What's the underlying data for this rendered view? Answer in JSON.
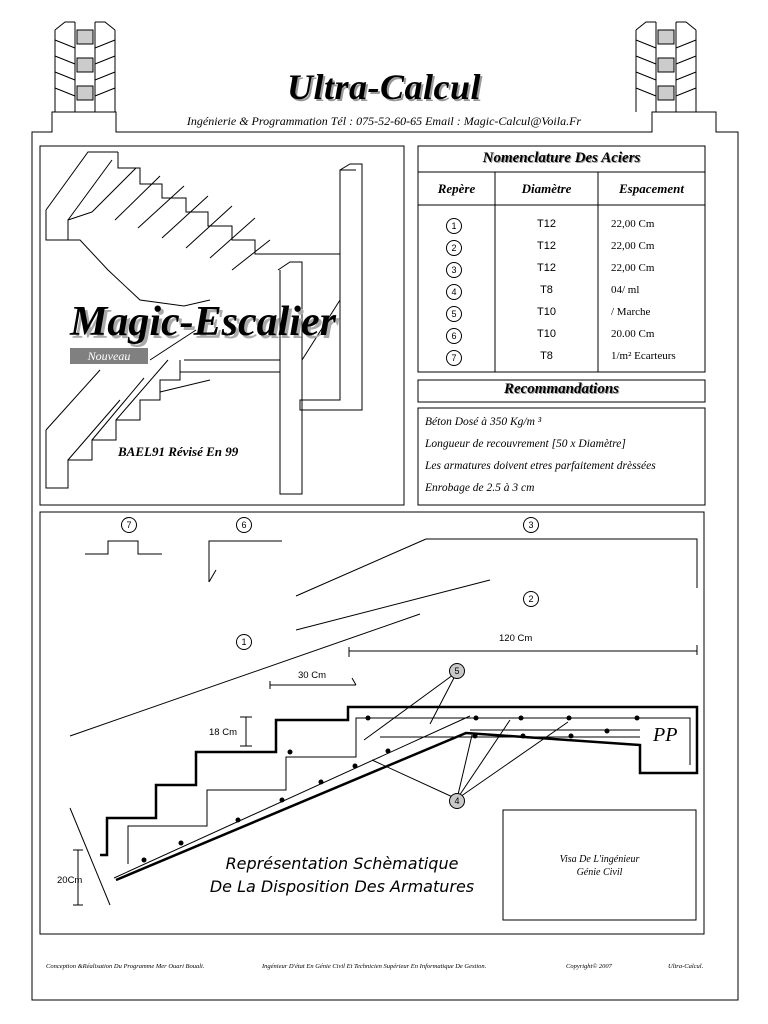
{
  "header": {
    "title": "Ultra-Calcul",
    "subtitle": "Ingénierie & Programmation  Tél : 075-52-60-65  Email : Magic-Calcul@Voila.Fr"
  },
  "product": {
    "name": "Magic-Escalier",
    "badge": "Nouveau",
    "norm": "BAEL91 Révisé En 99"
  },
  "nomenclature": {
    "title": "Nomenclature  Des  Aciers",
    "headers": [
      "Repère",
      "Diamètre",
      "Espacement"
    ],
    "rows": [
      {
        "rep": "1",
        "diam": "T12",
        "esp": "22,00 Cm"
      },
      {
        "rep": "2",
        "diam": "T12",
        "esp": "22,00 Cm"
      },
      {
        "rep": "3",
        "diam": "T12",
        "esp": "22,00 Cm"
      },
      {
        "rep": "4",
        "diam": "T8",
        "esp": "04/ ml"
      },
      {
        "rep": "5",
        "diam": "T10",
        "esp": "/ Marche"
      },
      {
        "rep": "6",
        "diam": "T10",
        "esp": "20.00  Cm"
      },
      {
        "rep": "7",
        "diam": "T8",
        "esp": "1/m²  Ecarteurs"
      }
    ]
  },
  "recommendations": {
    "title": "Recommandations",
    "items": [
      "Béton  Dosé à 350 Kg/m ³",
      "Longueur de recouvrement  [50 x Diamètre]",
      "Les armatures doivent etres parfaitement drèssées",
      "Enrobage de 2.5 à 3 cm"
    ]
  },
  "schema": {
    "caption_line1": "Représentation Schèmatique",
    "caption_line2": "De La Disposition Des Armatures",
    "dim_120": "120 Cm",
    "dim_30": "30 Cm",
    "dim_18": "18 Cm",
    "dim_20": "20Cm",
    "pp": "PP",
    "markers": [
      "7",
      "6",
      "3",
      "2",
      "1",
      "5",
      "4"
    ],
    "visa_line1": "Visa De L'ingénieur",
    "visa_line2": "Génie Civil"
  },
  "footer": {
    "left": "Conception &Réalisation Du Programme  Mer Ouari  Bouali.",
    "center": "Ingénieur  D'état En Génie Civil Et Technicien Supérieur En Informatique De Gestion.",
    "copyright": "Copyright© 2007",
    "brand": "Ultra-Calcul."
  }
}
